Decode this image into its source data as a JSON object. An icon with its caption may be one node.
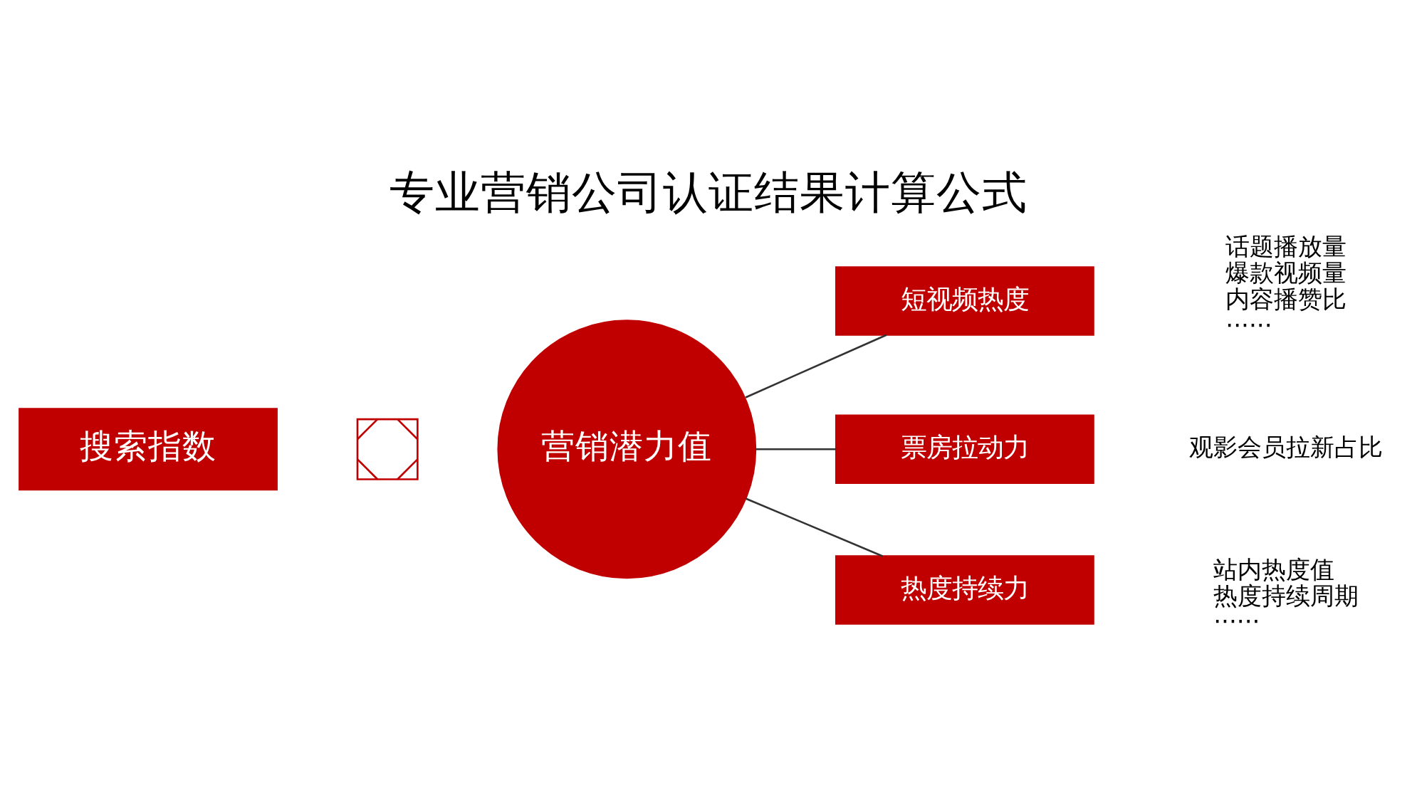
{
  "diagram": {
    "title": "专业营销公司认证结果计算公式",
    "nodes": [
      {
        "text": [
          "搜索指数"
        ]
      },
      {
        "text": [],
        "shape": "cross"
      },
      {
        "text": [
          "营销潜力值"
        ]
      },
      {
        "text": [
          "短视频热度"
        ],
        "beside": [
          "话题播放量",
          "爆款视频量",
          "内容播赞比",
          "······"
        ]
      },
      {
        "text": [
          "票房拉动力"
        ],
        "beside": [
          "观影会员拉新占比"
        ]
      },
      {
        "text": [
          "热度持续力"
        ],
        "beside": [
          "站内热度值",
          "热度持续周期",
          "······"
        ]
      }
    ],
    "edges": [
      {
        "from": 2,
        "to": 3,
        "arrow": "none"
      },
      {
        "from": 2,
        "to": 4,
        "arrow": "none"
      },
      {
        "from": 2,
        "to": 5,
        "arrow": "none"
      }
    ]
  }
}
